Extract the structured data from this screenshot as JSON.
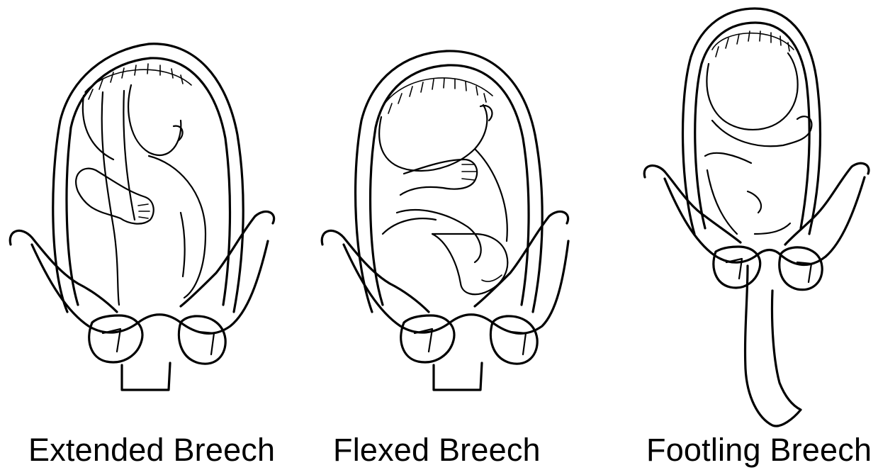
{
  "figure": {
    "panels": [
      {
        "id": "extended",
        "label": "Extended Breech"
      },
      {
        "id": "flexed",
        "label": "Flexed Breech"
      },
      {
        "id": "footling",
        "label": "Footling Breech"
      }
    ]
  }
}
